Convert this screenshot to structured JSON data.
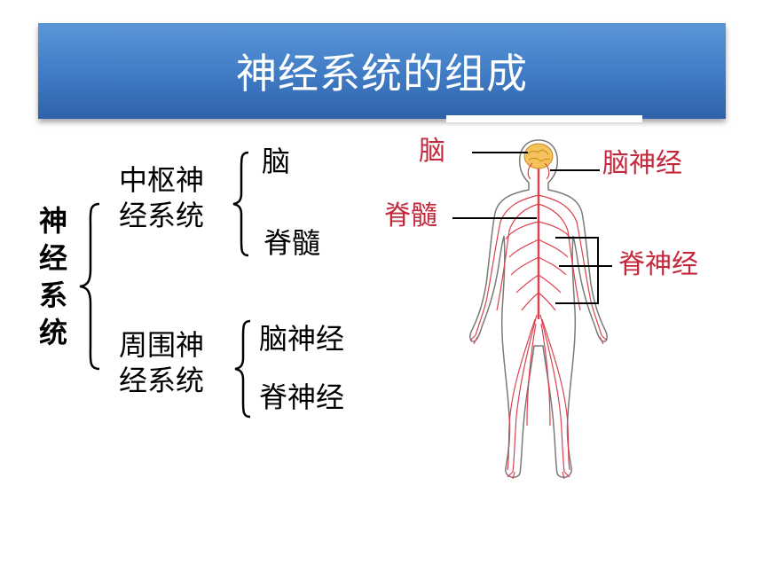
{
  "title": "神经系统的组成",
  "tree": {
    "root_chars": [
      "神",
      "经",
      "系",
      "统"
    ],
    "central": {
      "label_line1": "中枢神",
      "label_line2": "经系统",
      "children": [
        "脑",
        "脊髓"
      ]
    },
    "peripheral": {
      "label_line1": "周围神",
      "label_line2": "经系统",
      "children": [
        "脑神经",
        "脊神经"
      ]
    }
  },
  "figure_labels": {
    "brain": "脑",
    "cranial_nerve": "脑神经",
    "spinal_cord": "脊髓",
    "spinal_nerve": "脊神经"
  },
  "colors": {
    "banner": "#3f7bc4",
    "label_red": "#c3293c",
    "nerve_red": "#d9434f",
    "brain_yellow": "#f4c15a"
  }
}
